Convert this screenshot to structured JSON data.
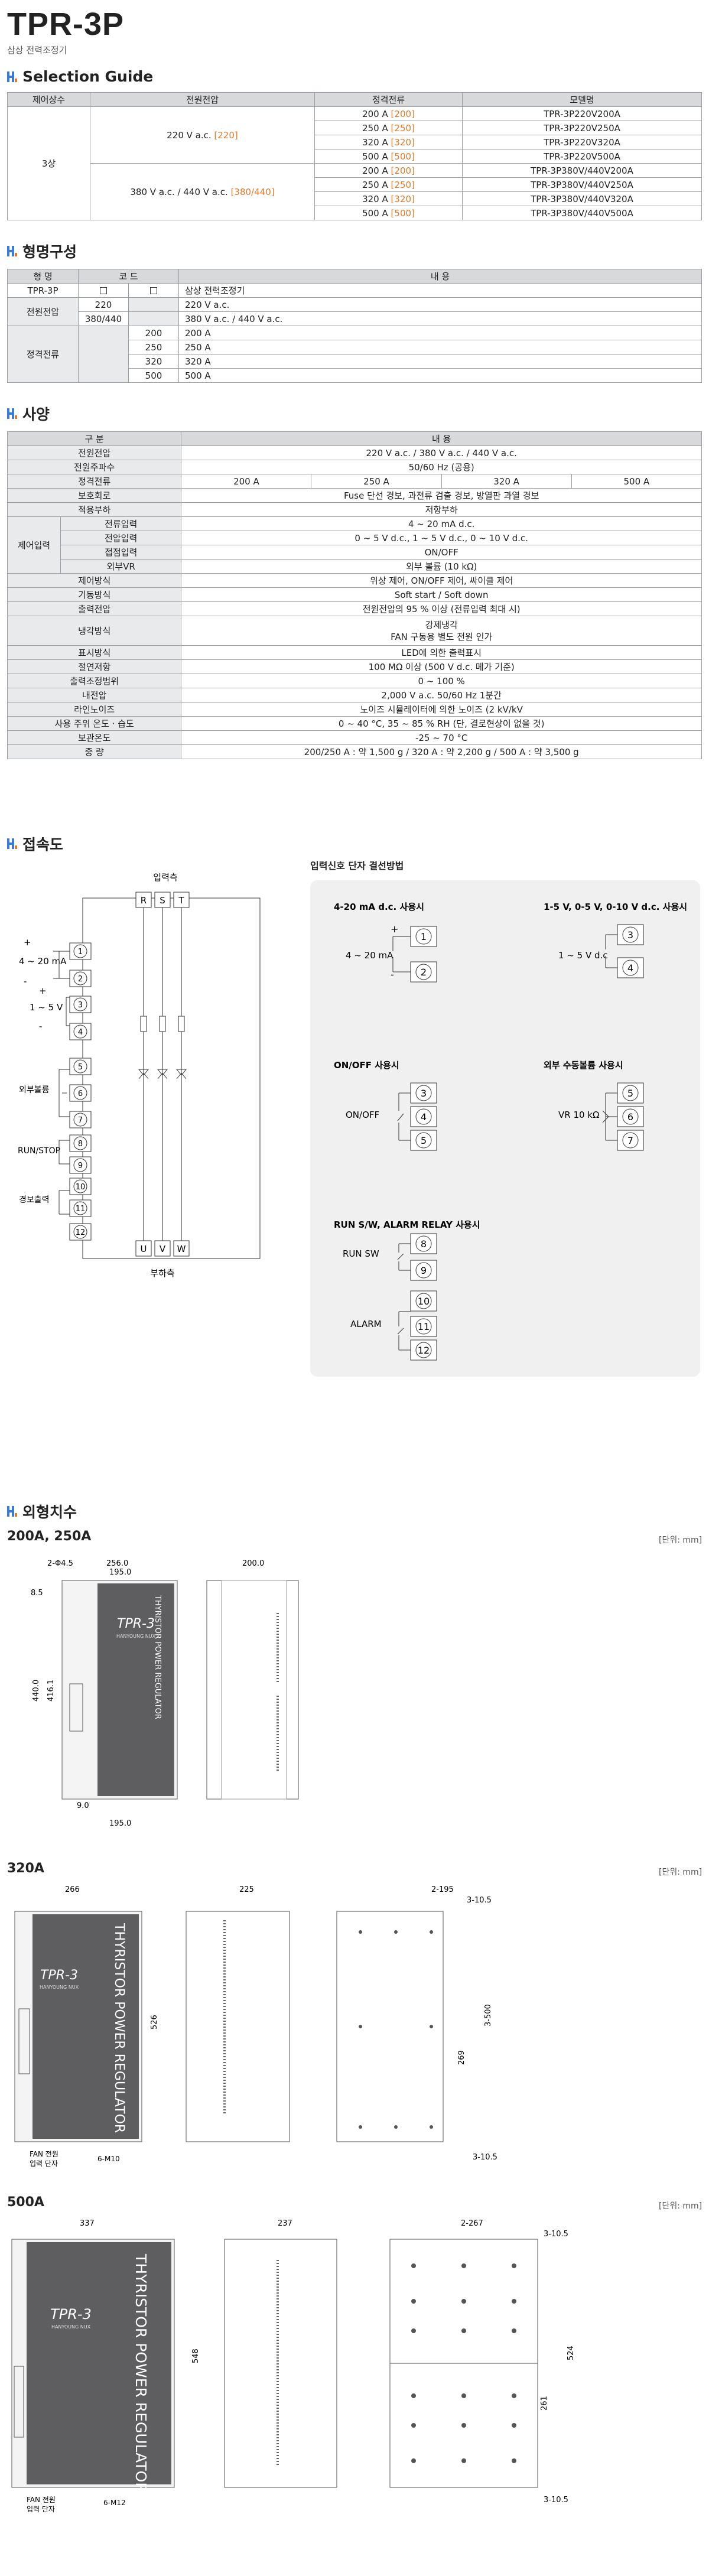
{
  "title": "TPR-3P",
  "subtitle": "삼상 전력조정기",
  "selection": {
    "heading": "Selection Guide",
    "headers": [
      "제어상수",
      "전원전압",
      "정격전류",
      "모델명"
    ],
    "phase": "3상",
    "groups": [
      {
        "voltage": "220 V a.c.",
        "vcode": "[220]",
        "rows": [
          {
            "cur": "200 A",
            "code": "[200]",
            "model": "TPR-3P220V200A"
          },
          {
            "cur": "250 A",
            "code": "[250]",
            "model": "TPR-3P220V250A"
          },
          {
            "cur": "320 A",
            "code": "[320]",
            "model": "TPR-3P220V320A"
          },
          {
            "cur": "500 A",
            "code": "[500]",
            "model": "TPR-3P220V500A"
          }
        ]
      },
      {
        "voltage": "380 V a.c. / 440 V a.c.",
        "vcode": "[380/440]",
        "rows": [
          {
            "cur": "200 A",
            "code": "[200]",
            "model": "TPR-3P380V/440V200A"
          },
          {
            "cur": "250 A",
            "code": "[250]",
            "model": "TPR-3P380V/440V250A"
          },
          {
            "cur": "320 A",
            "code": "[320]",
            "model": "TPR-3P380V/440V320A"
          },
          {
            "cur": "500 A",
            "code": "[500]",
            "model": "TPR-3P380V/440V500A"
          }
        ]
      }
    ]
  },
  "naming": {
    "heading": "형명구성",
    "headers": [
      "형 명",
      "코 드",
      "내 용"
    ],
    "model": "TPR-3P",
    "model_desc": "삼상 전력조정기",
    "volt_label": "전원전압",
    "volt_rows": [
      {
        "code": "220",
        "desc": "220 V a.c."
      },
      {
        "code": "380/440",
        "desc": "380 V a.c. / 440 V a.c."
      }
    ],
    "cur_label": "정격전류",
    "cur_rows": [
      {
        "code": "200",
        "desc": "200 A"
      },
      {
        "code": "250",
        "desc": "250 A"
      },
      {
        "code": "320",
        "desc": "320 A"
      },
      {
        "code": "500",
        "desc": "500 A"
      }
    ]
  },
  "spec": {
    "heading": "사양",
    "headers": [
      "구 분",
      "내 용"
    ],
    "r_voltage": [
      "전원전압",
      "220 V a.c. / 380 V a.c. / 440 V a.c."
    ],
    "r_freq": [
      "전원주파수",
      "50/60 Hz (공용)"
    ],
    "r_current_label": "정격전류",
    "r_currents": [
      "200 A",
      "250 A",
      "320 A",
      "500 A"
    ],
    "r_protect": [
      "보호회로",
      "Fuse 단선 경보, 과전류 검출 경보, 방열판 과열 경보"
    ],
    "r_load": [
      "적용부하",
      "저항부하"
    ],
    "ctrl_label": "제어입력",
    "ctrl_rows": [
      [
        "전류입력",
        "4 ~ 20 mA d.c."
      ],
      [
        "전압입력",
        "0 ~ 5 V d.c., 1 ~ 5 V d.c., 0 ~ 10 V d.c."
      ],
      [
        "접점입력",
        "ON/OFF"
      ],
      [
        "외부VR",
        "외부 볼륨 (10 kΩ)"
      ]
    ],
    "r_method": [
      "제어방식",
      "위상 제어, ON/OFF 제어, 싸이클 제어"
    ],
    "r_start": [
      "기동방식",
      "Soft start / Soft down"
    ],
    "r_output": [
      "출력전압",
      "전원전압의 95 % 이상 (전류입력 최대 시)"
    ],
    "r_cool_label": "냉각방식",
    "r_cool": [
      "강제냉각",
      "FAN 구동용 별도 전원 인가"
    ],
    "r_display": [
      "표시방식",
      "LED에 의한 출력표시"
    ],
    "r_insul": [
      "절연저항",
      "100 MΩ 이상 (500 V d.c. 메가 기준)"
    ],
    "r_range": [
      "출력조정범위",
      "0 ~ 100 %"
    ],
    "r_withstand": [
      "내전압",
      "2,000 V a.c. 50/60 Hz 1분간"
    ],
    "r_noise": [
      "라인노이즈",
      "노이즈 시뮬레이터에 의한 노이즈 (2 kV/kV"
    ],
    "r_env": [
      "사용 주위 온도 · 습도",
      "0 ~ 40 °C, 35 ~ 85 % RH (단, 결로현상이 없을 것)"
    ],
    "r_store": [
      "보관온도",
      "-25 ~ 70 °C"
    ],
    "r_weight": [
      "중 량",
      "200/250 A : 약 1,500 g / 320 A : 약 2,200 g / 500 A : 약 3,500 g"
    ]
  },
  "wiring": {
    "heading": "접속도",
    "input_side": "입력측",
    "load_side": "부하측",
    "top_terms": [
      "R",
      "S",
      "T"
    ],
    "bottom_terms": [
      "U",
      "V",
      "W"
    ],
    "nums": [
      "1",
      "2",
      "3",
      "4",
      "5",
      "6",
      "7",
      "8",
      "9",
      "10",
      "11",
      "12"
    ],
    "l_420": "4 ~ 20 mA",
    "l_15": "1 ~ 5 V",
    "l_vol": "외부볼륨",
    "l_run": "RUN/STOP",
    "l_alarm": "경보출력",
    "plus": "+",
    "minus": "-",
    "panel_title": "입력신호 단자 결선방법",
    "p1_title": "4-20 mA d.c. 사용시",
    "p1_label": "4 ~ 20 mA",
    "p2_title": "1-5 V, 0-5 V, 0-10 V d.c. 사용시",
    "p2_label": "1 ~ 5 V d.c",
    "p3_title": "ON/OFF 사용시",
    "p3_label": "ON/OFF",
    "p4_title": "외부 수동볼륨 사용시",
    "p4_label": "VR 10 kΩ",
    "p5_title": "RUN S/W, ALARM RELAY 사용시",
    "p5_run": "RUN SW",
    "p5_alarm": "ALARM"
  },
  "dims": {
    "heading": "외형치수",
    "unit": "[단위: mm]",
    "brand": "TPR-3",
    "brand_sub": "HANYOUNG NUX",
    "device_text": "THYRISTOR POWER REGULATOR",
    "d1": {
      "label": "200A, 250A",
      "w": "256.0",
      "w2": "195.0",
      "h": "440.0",
      "h2": "416.1",
      "d": "200.0",
      "b": "195.0",
      "b2": "9.0",
      "top": "2-Φ4.5",
      "t": "8.5"
    },
    "d2": {
      "label": "320A",
      "w": "266",
      "d": "225",
      "h": "526",
      "holes": "2-195",
      "bolt": "3-10.5",
      "h2": "3-500",
      "h3": "269",
      "bolt2": "3-10.5",
      "fan": "FAN 전원",
      "fan2": "입력 단자",
      "m": "6-M10"
    },
    "d3": {
      "label": "500A",
      "w": "337",
      "d": "237",
      "h": "548",
      "holes": "2-267",
      "bolt": "3-10.5",
      "h2": "524",
      "h3": "261",
      "bolt2": "3-10.5",
      "fan": "FAN 전원",
      "fan2": "입력 단자",
      "m": "6-M12"
    }
  },
  "colors": {
    "accent": "#3a7bd5",
    "highlight": "#e07a2a",
    "header_bg": "#d7d9db"
  }
}
